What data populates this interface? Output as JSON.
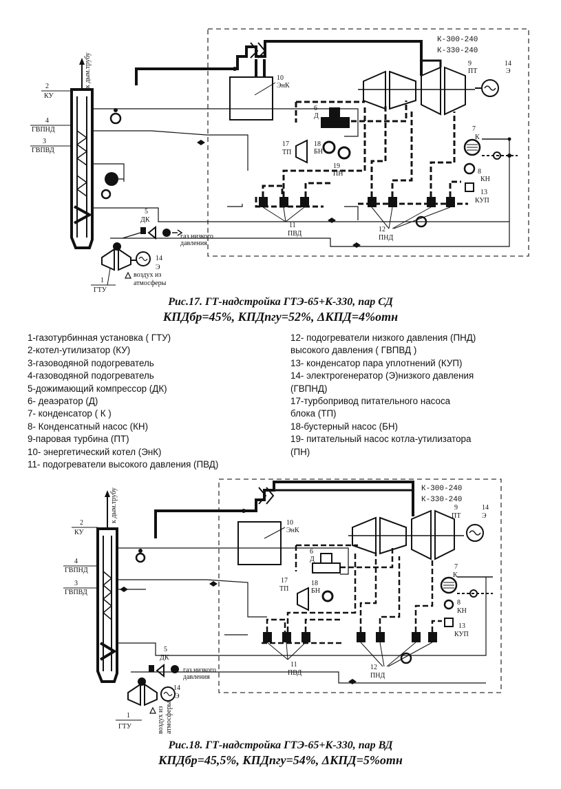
{
  "figure1": {
    "caption": "Рис.17. ГТ-надстройка ГТЭ-65+К-330, пар СД",
    "efficiency": "КПДбр=45%, КПДпгу=52%, ΔКПД=4%отн",
    "labels": {
      "turbine_models_1": "К-300-240",
      "turbine_models_2": "К-330-240",
      "chimney": "к дым.трубу",
      "ku_num": "2",
      "ku": "КУ",
      "gvpnd_num": "4",
      "gvpnd": "ГВПНД",
      "gvpvd_num": "3",
      "gvpvd": "ГВПВД",
      "enk_num": "10",
      "enk": "ЭнК",
      "d_num": "6",
      "d": "Д",
      "tp_num": "17",
      "tp": "ТП",
      "bn_num": "18",
      "bn": "БН",
      "pn_num": "19",
      "pn": "ПН",
      "pt_num": "9",
      "pt": "ПТ",
      "e_num": "14",
      "e": "Э",
      "k_num": "7",
      "k": "К",
      "kn_num": "8",
      "kn": "КН",
      "kup_num": "13",
      "kup": "КУП",
      "pvd_num": "11",
      "pvd": "ПВД",
      "pnd_num": "12",
      "pnd": "ПНД",
      "dk_num": "5",
      "dk": "ДК",
      "gas_low_1": "газ низкого",
      "gas_low_2": "давления",
      "gtu_num": "1",
      "gtu": "ГТУ",
      "gen_num": "14",
      "gen": "Э",
      "air_1": "воздух из",
      "air_2": "атмосферы",
      "heater_mark": "Н"
    }
  },
  "legend": {
    "left": [
      "1-газотурбинная установка ( ГТУ)",
      "2-котел-утилизатор (КУ)",
      "3-газоводяной подогреватель",
      "4-газоводяной подогреватель",
      "5-дожимающий компрессор (ДК)",
      "6- деаэратор (Д)",
      "7- конденсатор ( К )",
      "8- Конденсатный насос (КН)",
      "9-паровая турбина (ПТ)",
      "10- энергетический котел (ЭнК)",
      "11- подогреватели высокого давления (ПВД)"
    ],
    "right": [
      "12- подогреватели низкого давления (ПНД)",
      "высокого давления ( ГВПВД )",
      "13- конденсатор пара уплотнений (КУП)",
      "14- электрогенератор (Э)низкого давления",
      "(ГВПНД)",
      "17-турбопривод питательного насоса",
      "блока (ТП)",
      "18-бустерный насос (БН)",
      "19- питательный насос котла-утилизатора",
      "(ПН)"
    ]
  },
  "figure2": {
    "caption": "Рис.18. ГТ-надстройка ГТЭ-65+К-330, пар ВД",
    "efficiency": "КПДбр=45,5%, КПДпгу=54%, ΔКПД=5%отн",
    "labels": {
      "turbine_models_1": "К-300-240",
      "turbine_models_2": "К-330-240",
      "chimney": "к дым.трубу",
      "ku_num": "2",
      "ku": "КУ",
      "gvpnd_num": "4",
      "gvpnd": "ГВПНД",
      "gvpvd_num": "3",
      "gvpvd": "ГВПВД",
      "enk_num": "10",
      "enk": "ЭнК",
      "d_num": "6",
      "d": "Д",
      "tp_num": "17",
      "tp": "ТП",
      "bn_num": "18",
      "bn": "БН",
      "pt_num": "9",
      "pt": "ПТ",
      "e_num": "14",
      "e": "Э",
      "k_num": "7",
      "k": "К",
      "kn_num": "8",
      "kn": "КН",
      "kup_num": "13",
      "kup": "КУП",
      "pvd_num": "11",
      "pvd": "ПВД",
      "pnd_num": "12",
      "pnd": "ПНД",
      "dk_num": "5",
      "dk": "ДК",
      "gas_low_1": "газ низкого",
      "gas_low_2": "давления",
      "gtu_num": "1",
      "gtu": "ГТУ",
      "gen_num": "14",
      "gen": "Э",
      "air_1": "воздух из",
      "air_2": "атмосферы",
      "heater_mark": "Н"
    }
  }
}
